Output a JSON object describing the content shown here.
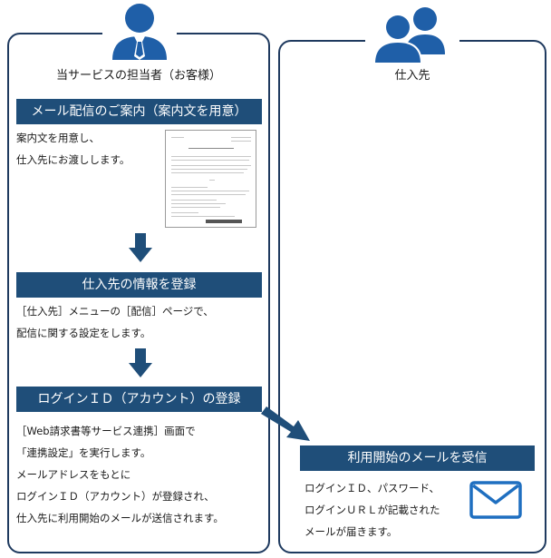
{
  "left_panel": {
    "title": "当サービスの担当者（お客様）",
    "icon": "person-with-tie-icon",
    "steps": [
      {
        "title": "メール配信のご案内（案内文を用意）",
        "lines": [
          "案内文を用意し、",
          "仕入先にお渡しします。"
        ]
      },
      {
        "title": "仕入先の情報を登録",
        "lines": [
          "［仕入先］メニューの［配信］ページで、",
          "配信に関する設定をします。"
        ]
      },
      {
        "title": "ログインＩＤ（アカウント）の登録",
        "lines": [
          "［Web請求書等サービス連携］画面で",
          "「連携設定」を実行します。",
          "メールアドレスをもとに",
          "ログインＩＤ（アカウント）が登録され、",
          "仕入先に利用開始のメールが送信されます。"
        ]
      }
    ],
    "document_icon": "document-icon"
  },
  "right_panel": {
    "title": "仕入先",
    "icon": "two-people-icon",
    "step": {
      "title": "利用開始のメールを受信",
      "lines": [
        "ログインＩＤ、パスワード、",
        "ログインＵＲＬが記載された",
        "メールが届きます。"
      ]
    },
    "mail_icon": "envelope-icon"
  },
  "colors": {
    "accent": "#1f4e79",
    "border": "#1f3a5f"
  }
}
